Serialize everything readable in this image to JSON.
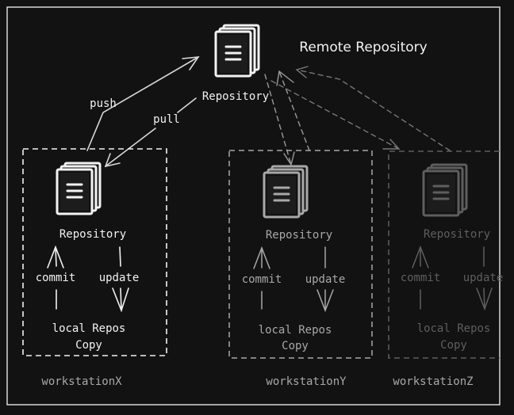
{
  "remote": {
    "title": "Remote Repository",
    "repo_label": "Repository",
    "push_label": "push",
    "pull_label": "pull"
  },
  "workstations": [
    {
      "name": "workstationX",
      "repo_label": "Repository",
      "commit_label": "commit",
      "update_label": "update",
      "copy_line1": "local Repos",
      "copy_line2": "Copy"
    },
    {
      "name": "workstationY",
      "repo_label": "Repository",
      "commit_label": "commit",
      "update_label": "update",
      "copy_line1": "local Repos",
      "copy_line2": "Copy"
    },
    {
      "name": "workstationZ",
      "repo_label": "Repository",
      "commit_label": "commit",
      "update_label": "update",
      "copy_line1": "local Repos",
      "copy_line2": "Copy"
    }
  ],
  "colors": {
    "background": "#121212",
    "primary": "#f2f2f2",
    "secondary": "#a8a8a8",
    "tertiary": "#5e5e5e"
  }
}
